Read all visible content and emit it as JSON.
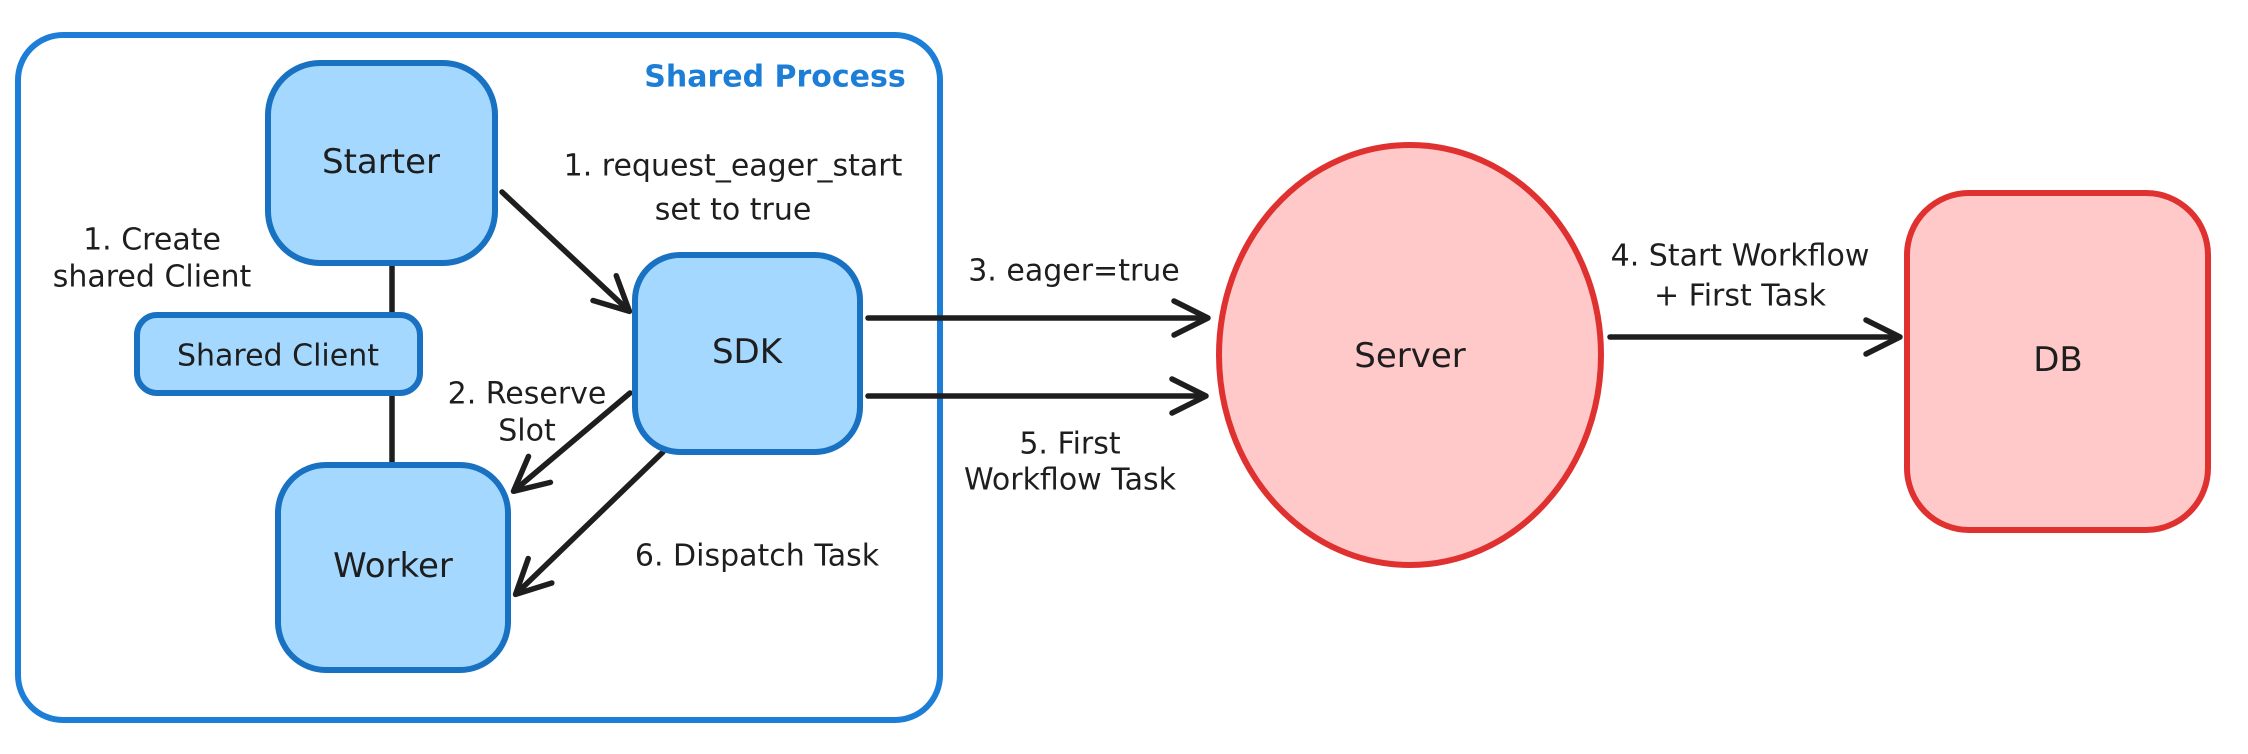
{
  "colors": {
    "background": "#ffffff",
    "ink": "#1e1e1e",
    "blue_stroke": "#1971c2",
    "blue_fill": "#a5d8ff",
    "container_stroke": "#1c7ed6",
    "red_stroke": "#e03131",
    "red_fill": "#ffc9c9"
  },
  "container": {
    "label": "Shared Process"
  },
  "nodes": {
    "starter": {
      "label": "Starter"
    },
    "shared_client": {
      "label": "Shared Client"
    },
    "worker": {
      "label": "Worker"
    },
    "sdk": {
      "label": "SDK"
    },
    "server": {
      "label": "Server"
    },
    "db": {
      "label": "DB"
    }
  },
  "annotations": {
    "create_shared_client": {
      "line1": "1. Create",
      "line2": "shared Client"
    },
    "request_eager_start": {
      "line1": "1. request_eager_start",
      "line2": "set to true"
    },
    "reserve_slot": {
      "line1": "2. Reserve",
      "line2": "Slot"
    },
    "eager_true": {
      "line1": "3. eager=true"
    },
    "start_workflow": {
      "line1": "4. Start Workflow",
      "line2": "+ First Task"
    },
    "first_workflow_task": {
      "line1": "5. First",
      "line2": "Workflow Task"
    },
    "dispatch_task": {
      "line1": "6. Dispatch Task"
    }
  }
}
